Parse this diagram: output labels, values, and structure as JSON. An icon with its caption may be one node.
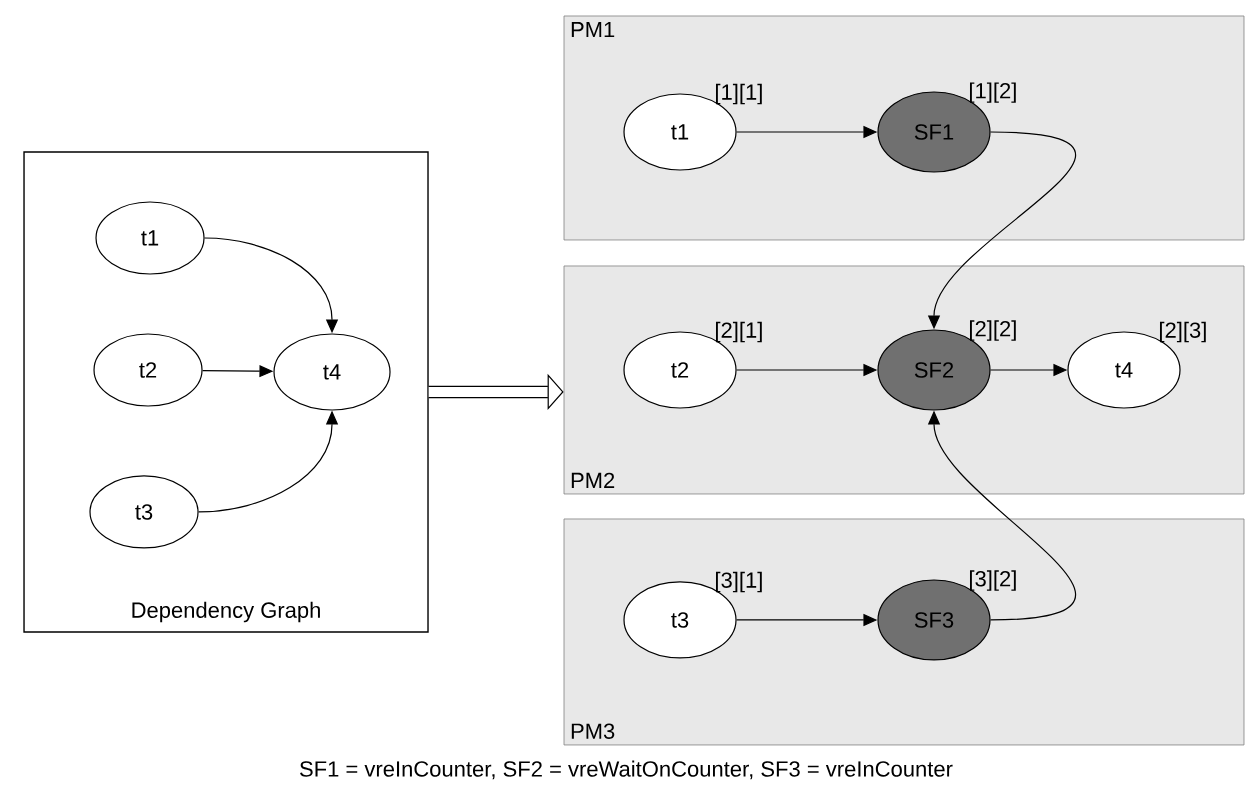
{
  "diagram": {
    "nodes": [
      {
        "text": [
          "Dependency Graph"
        ]
      },
      {
        "text": [
          "t1"
        ],
        "in": 0
      },
      {
        "text": [
          "t2"
        ],
        "in": 0
      },
      {
        "text": [
          "t3"
        ],
        "in": 0
      },
      {
        "text": [
          "t4"
        ],
        "in": 0
      },
      {
        "text": [
          "PM1"
        ]
      },
      {
        "text": [
          "t1"
        ],
        "in": 5,
        "beside": [
          "[1][1]"
        ]
      },
      {
        "text": [
          "SF1"
        ],
        "in": 5,
        "beside": [
          "[1][2]"
        ]
      },
      {
        "text": [
          "PM2"
        ]
      },
      {
        "text": [
          "t2"
        ],
        "in": 8,
        "beside": [
          "[2][1]"
        ]
      },
      {
        "text": [
          "SF2"
        ],
        "in": 8,
        "beside": [
          "[2][2]"
        ]
      },
      {
        "text": [
          "t4"
        ],
        "in": 8,
        "beside": [
          "[2][3]"
        ]
      },
      {
        "text": [
          "PM3"
        ]
      },
      {
        "text": [
          "t3"
        ],
        "in": 12,
        "beside": [
          "[3][1]"
        ]
      },
      {
        "text": [
          "SF3"
        ],
        "in": 12,
        "beside": [
          "[3][2]"
        ]
      }
    ],
    "edges": [
      {
        "from": 1,
        "to": 4,
        "arrow": "to"
      },
      {
        "from": 2,
        "to": 4,
        "arrow": "to"
      },
      {
        "from": 3,
        "to": 4,
        "arrow": "to"
      },
      {
        "from": 0,
        "to": 8,
        "arrow": "to",
        "style": "thick"
      },
      {
        "from": 6,
        "to": 7,
        "arrow": "to"
      },
      {
        "from": 7,
        "to": 10,
        "arrow": "to"
      },
      {
        "from": 9,
        "to": 10,
        "arrow": "to"
      },
      {
        "from": 10,
        "to": 11,
        "arrow": "to"
      },
      {
        "from": 13,
        "to": 14,
        "arrow": "to"
      },
      {
        "from": 14,
        "to": 10,
        "arrow": "to"
      }
    ],
    "labels": [
      "SF1 = vreInCounter, SF2 = vreWaitOnCounter, SF3 = vreInCounter"
    ]
  }
}
